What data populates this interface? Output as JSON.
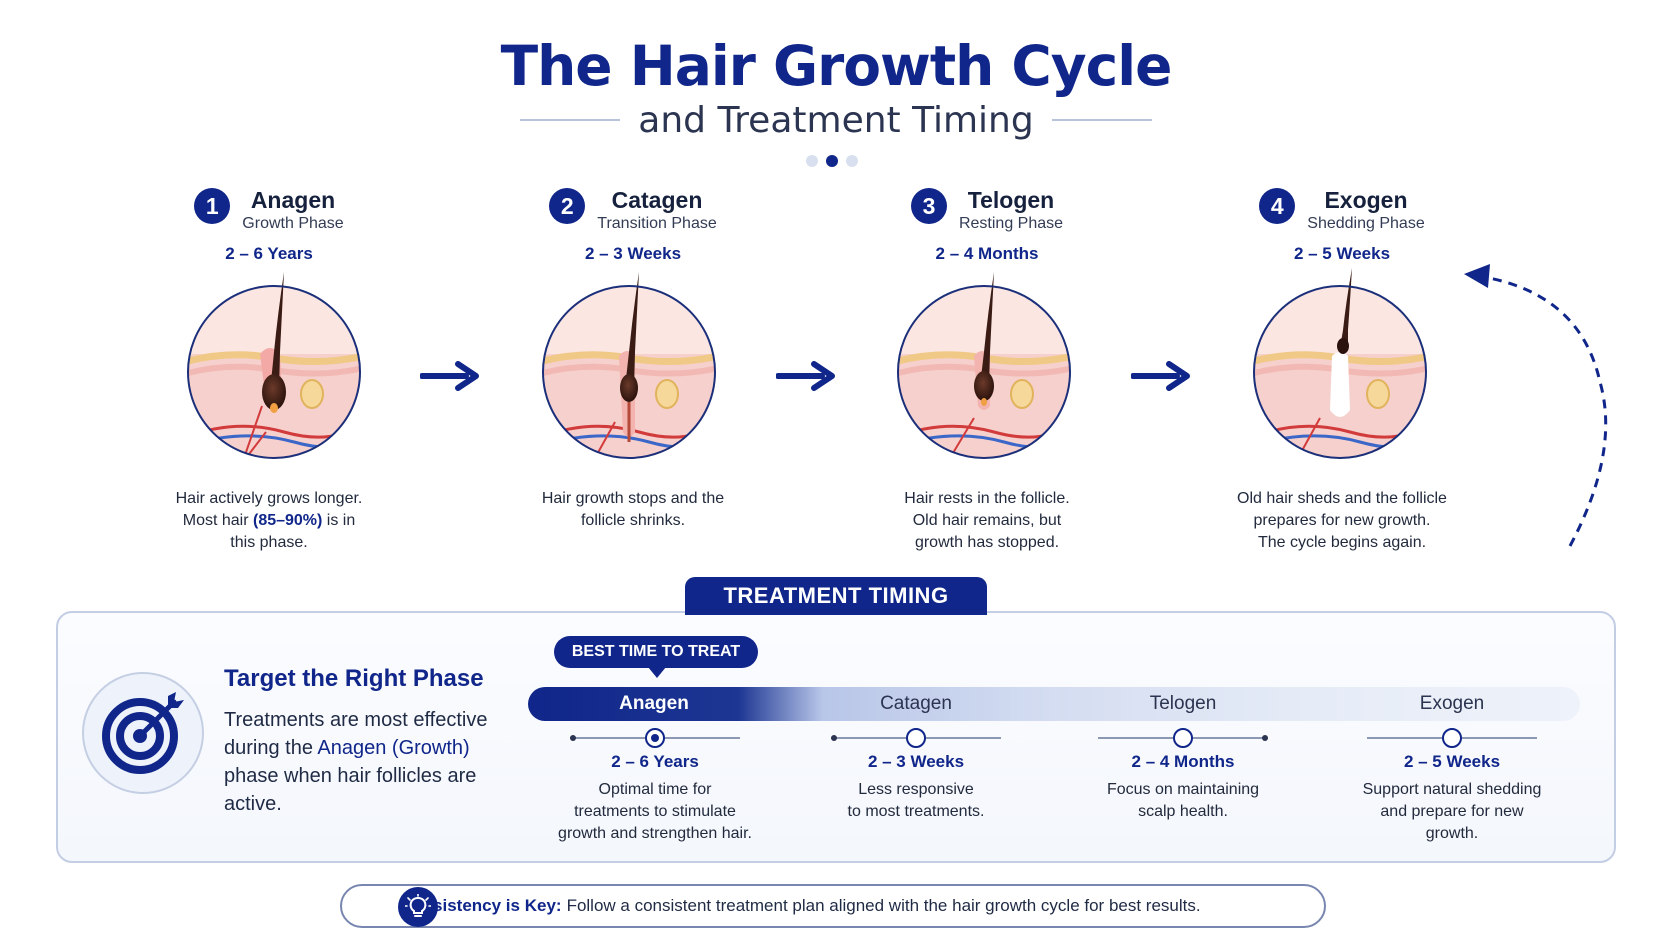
{
  "header": {
    "title": "The Hair Growth Cycle",
    "subtitle": "and Treatment Timing"
  },
  "phases": [
    {
      "number": "1",
      "name": "Anagen",
      "subtitle": "Growth Phase",
      "duration": "2 – 6 Years",
      "desc_line1": "Hair actively grows longer.",
      "desc_pre": "Most hair ",
      "desc_highlight": "(85–90%)",
      "desc_post": " is in",
      "desc_line3": "this phase."
    },
    {
      "number": "2",
      "name": "Catagen",
      "subtitle": "Transition Phase",
      "duration": "2 – 3 Weeks",
      "desc_line1": "Hair growth stops and the",
      "desc_line2": "follicle shrinks."
    },
    {
      "number": "3",
      "name": "Telogen",
      "subtitle": "Resting Phase",
      "duration": "2 – 4 Months",
      "desc_line1": "Hair rests in the follicle.",
      "desc_line2": "Old hair remains, but",
      "desc_line3": "growth has stopped."
    },
    {
      "number": "4",
      "name": "Exogen",
      "subtitle": "Shedding Phase",
      "duration": "2 – 5 Weeks",
      "desc_line1": "Old hair sheds and the follicle",
      "desc_line2": "prepares for new growth.",
      "desc_line3": "The cycle begins again."
    }
  ],
  "treatment": {
    "tab_label": "TREATMENT TIMING",
    "target_title": "Target the Right Phase",
    "target_pre": "Treatments are most effective during the ",
    "target_highlight": "Anagen (Growth)",
    "target_post": " phase when hair follicles are active.",
    "best_label": "BEST TIME TO TREAT",
    "timeline": [
      {
        "label": "Anagen",
        "duration": "2 – 6 Years",
        "desc_line1": "Optimal time for",
        "desc_line2": "treatments to stimulate",
        "desc_line3": "growth and strengthen hair.",
        "active": true
      },
      {
        "label": "Catagen",
        "duration": "2 – 3 Weeks",
        "desc_line1": "Less responsive",
        "desc_line2": "to most treatments."
      },
      {
        "label": "Telogen",
        "duration": "2 – 4 Months",
        "desc_line1": "Focus on maintaining",
        "desc_line2": "scalp health."
      },
      {
        "label": "Exogen",
        "duration": "2 – 5 Weeks",
        "desc_line1": "Support natural shedding",
        "desc_line2": "and prepare for new",
        "desc_line3": "growth."
      }
    ]
  },
  "footer": {
    "strong": "Consistency is Key:",
    "text": "Follow a consistent treatment plan aligned with the hair growth cycle for best results."
  },
  "colors": {
    "primary": "#10268a",
    "skin": "#f6d3cf",
    "hair": "#3a1c14",
    "artery": "#d23b3b",
    "vein": "#3b67c9"
  },
  "icons": [
    "target-icon",
    "lightbulb-icon",
    "arrow-right-icon",
    "curved-return-arrow-icon"
  ]
}
